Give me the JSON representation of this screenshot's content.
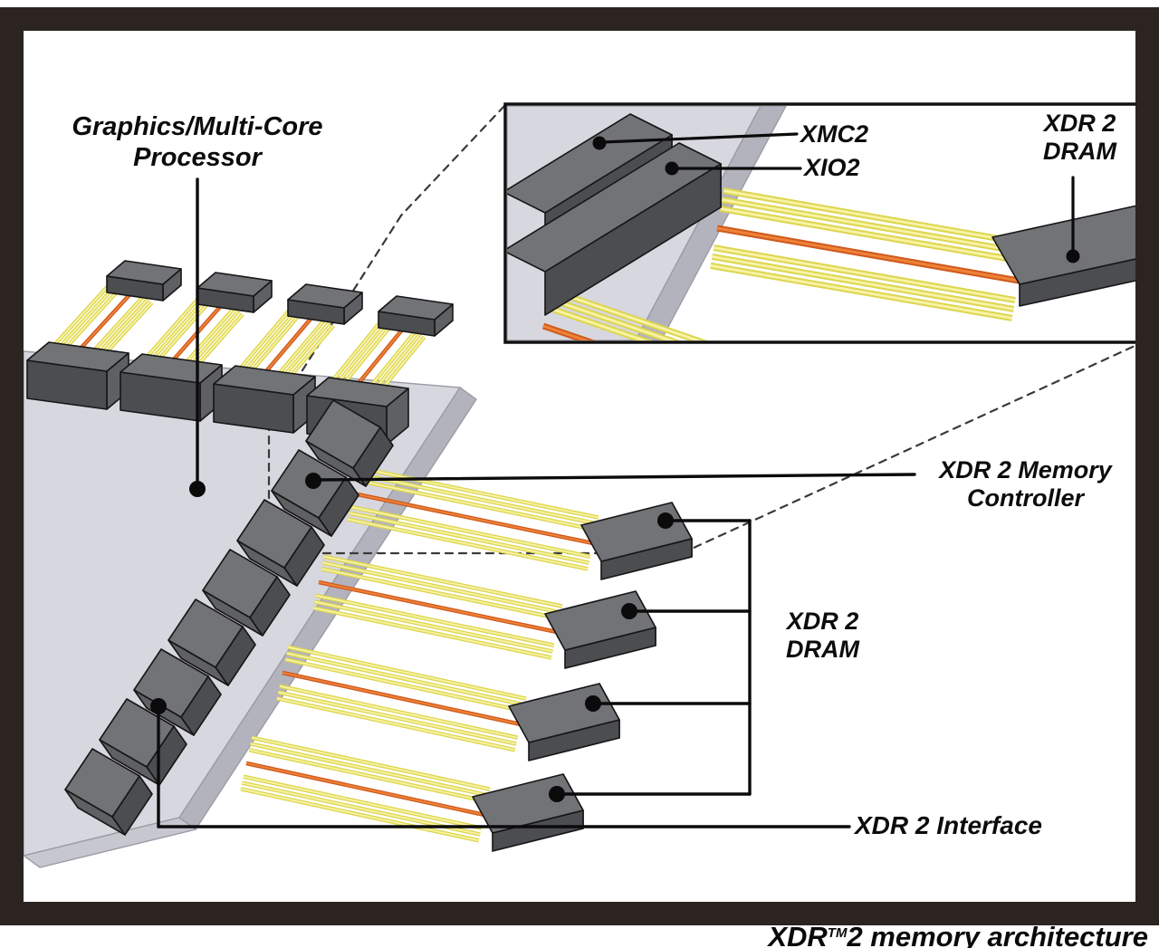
{
  "labels": {
    "processor": {
      "line1": "Graphics/Multi-Core",
      "line2": "Processor"
    },
    "xmc2": "XMC2",
    "xio2": "XIO2",
    "inset_dram": {
      "line1": "XDR 2",
      "line2": "DRAM"
    },
    "controller": {
      "line1": "XDR 2 Memory",
      "line2": "Controller"
    },
    "dram": {
      "line1": "XDR 2",
      "line2": "DRAM"
    },
    "interface": "XDR 2 Interface"
  },
  "caption": {
    "pre": "XDR",
    "tm": "TM",
    "post": "2 memory architecture"
  },
  "colors": {
    "frame": "#2b2421",
    "board": "#d7d7df",
    "board_edge": "#b3b3be",
    "board_edge2": "#c7c7d0",
    "chip_top": "#717376",
    "chip_front": "#4b4d50",
    "chip_end": "#5e6063",
    "outline": "#161616",
    "dash": "#3a3a3a",
    "wire_yellow": "#ddd550",
    "wire_yellow_hi": "#f7f3a4",
    "wire_orange": "#cf5a1e",
    "wire_orange_hi": "#ef8338",
    "leader": "#0b0b0b"
  }
}
